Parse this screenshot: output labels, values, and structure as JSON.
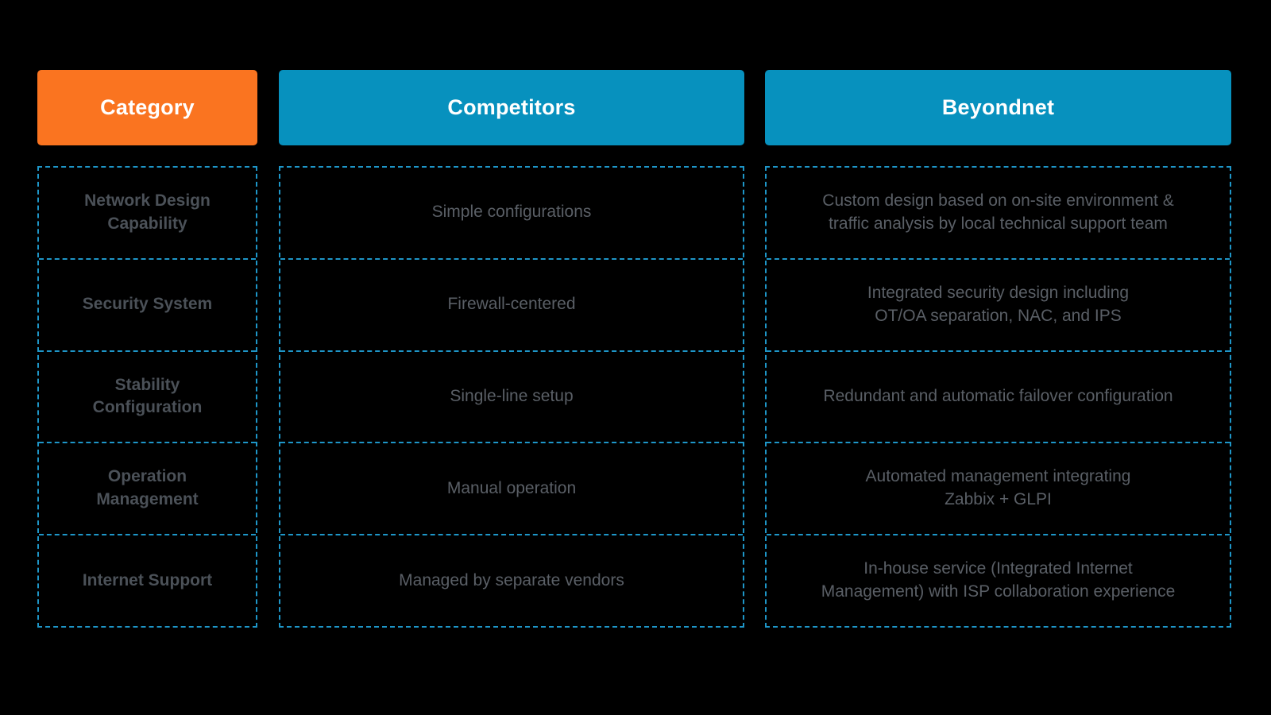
{
  "page": {
    "background_color": "#000000",
    "border_dash_color": "#1e96c8",
    "category_text_color": "#4b5158",
    "cell_text_color": "#5a5f66"
  },
  "table": {
    "headers": [
      {
        "label": "Category",
        "color": "#fa7420"
      },
      {
        "label": "Competitors",
        "color": "#0791be"
      },
      {
        "label": "Beyondnet",
        "color": "#0791be"
      }
    ],
    "rows": [
      {
        "category": [
          "Network Design",
          "Capability"
        ],
        "competitors": [
          "Simple configurations"
        ],
        "beyondnet": [
          "Custom design based on on-site environment &",
          "traffic analysis by local technical support team"
        ]
      },
      {
        "category": [
          "Security System"
        ],
        "competitors": [
          "Firewall-centered"
        ],
        "beyondnet": [
          "Integrated security design including",
          "OT/OA separation, NAC, and IPS"
        ]
      },
      {
        "category": [
          "Stability",
          "Configuration"
        ],
        "competitors": [
          "Single-line setup"
        ],
        "beyondnet": [
          "Redundant and automatic failover configuration"
        ]
      },
      {
        "category": [
          "Operation",
          "Management"
        ],
        "competitors": [
          "Manual operation"
        ],
        "beyondnet": [
          "Automated management integrating",
          "Zabbix + GLPI"
        ]
      },
      {
        "category": [
          "Internet Support"
        ],
        "competitors": [
          "Managed by separate vendors"
        ],
        "beyondnet": [
          "In-house service (Integrated Internet",
          "Management) with ISP collaboration experience"
        ]
      }
    ]
  }
}
